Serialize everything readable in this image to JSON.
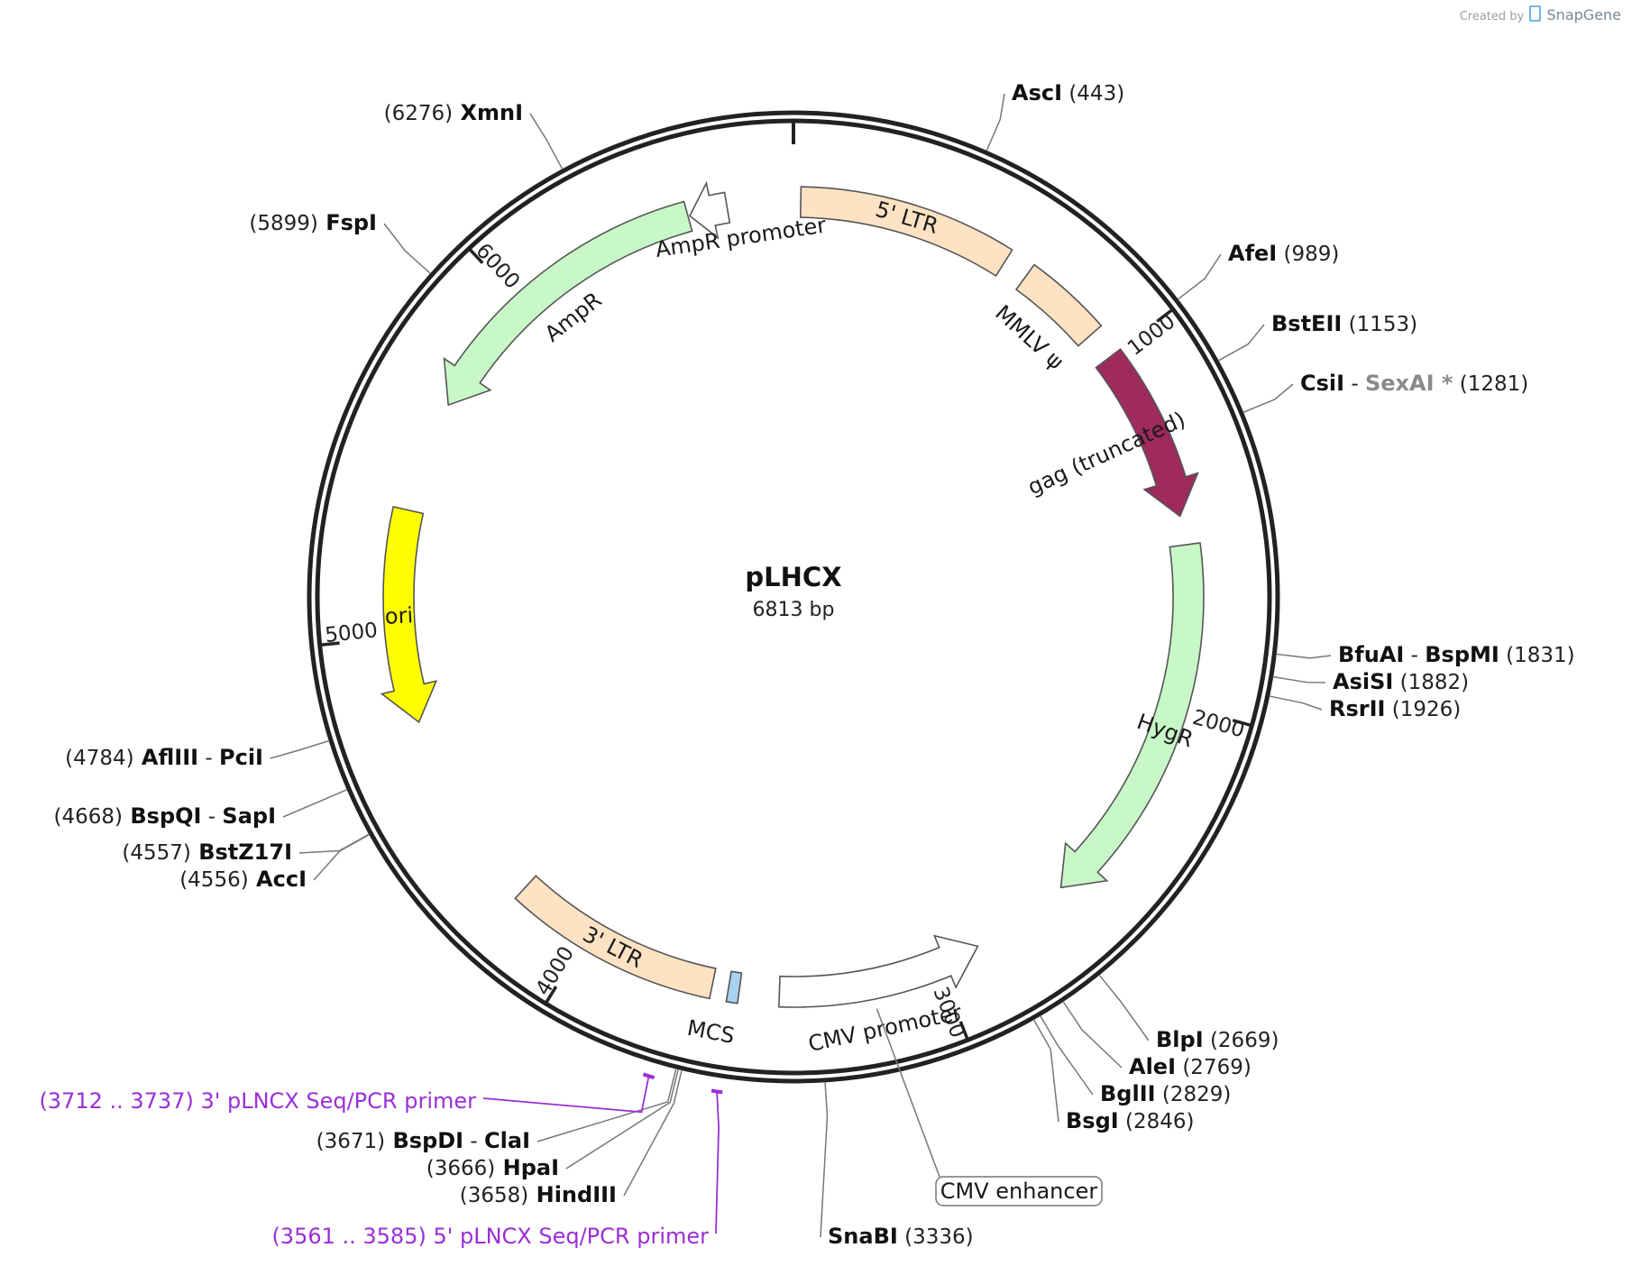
{
  "credit": {
    "prefix": "Created by",
    "brand": "SnapGene"
  },
  "plasmid": {
    "name": "pLHCX",
    "size_label": "6813 bp",
    "length": 6813
  },
  "ticks": [
    {
      "pos": 1000,
      "label": "1000"
    },
    {
      "pos": 2000,
      "label": "2000"
    },
    {
      "pos": 3000,
      "label": "3000"
    },
    {
      "pos": 4000,
      "label": "4000"
    },
    {
      "pos": 5000,
      "label": "5000"
    },
    {
      "pos": 6000,
      "label": "6000"
    }
  ],
  "features": [
    {
      "name": "5' LTR",
      "label": "5' LTR",
      "start": 20,
      "end": 610,
      "dir": "none",
      "color": "#fde2c3"
    },
    {
      "name": "MMLV psi",
      "label": "MMLV ψ",
      "start": 680,
      "end": 920,
      "dir": "none",
      "color": "#fde2c3"
    },
    {
      "name": "gag (truncated)",
      "label": "gag (truncated)",
      "start": 1000,
      "end": 1480,
      "dir": "cw",
      "color": "#9e2a5e"
    },
    {
      "name": "HygR",
      "label": "HygR",
      "start": 1560,
      "end": 2600,
      "dir": "cw",
      "color": "#c8f7c8"
    },
    {
      "name": "CMV promoter",
      "label": "CMV promoter",
      "start": 2880,
      "end": 3445,
      "dir": "ccw",
      "color": "#ffffff"
    },
    {
      "name": "MCS",
      "label": "MCS",
      "start": 3555,
      "end": 3585,
      "dir": "none",
      "color": "#a9d3f2"
    },
    {
      "name": "3' LTR",
      "label": "3' LTR",
      "start": 3630,
      "end": 4215,
      "dir": "none",
      "color": "#fde2c3"
    },
    {
      "name": "ori",
      "label": "ori",
      "start": 4760,
      "end": 5350,
      "dir": "ccw",
      "color": "#ffff00"
    },
    {
      "name": "AmpR",
      "label": "AmpR",
      "start": 5660,
      "end": 6520,
      "dir": "ccw",
      "color": "#c8f7c8"
    },
    {
      "name": "AmpR promoter",
      "label": "AmpR promoter",
      "start": 6525,
      "end": 6630,
      "dir": "ccw",
      "color": "#ffffff"
    }
  ],
  "sites_right": [
    {
      "parts": [
        {
          "name": "AscI"
        }
      ],
      "pos_label": "(443)",
      "pos": 443
    },
    {
      "parts": [
        {
          "name": "AfeI"
        }
      ],
      "pos_label": "(989)",
      "pos": 989
    },
    {
      "parts": [
        {
          "name": "BstEII"
        }
      ],
      "pos_label": "(1153)",
      "pos": 1153
    },
    {
      "parts": [
        {
          "name": "CsiI"
        },
        {
          "name": "SexAI *",
          "gray": true
        }
      ],
      "pos_label": "(1281)",
      "pos": 1281
    },
    {
      "parts": [
        {
          "name": "BfuAI"
        },
        {
          "name": "BspMI"
        }
      ],
      "pos_label": "(1831)",
      "pos": 1831
    },
    {
      "parts": [
        {
          "name": "AsiSI"
        }
      ],
      "pos_label": "(1882)",
      "pos": 1882
    },
    {
      "parts": [
        {
          "name": "RsrII"
        }
      ],
      "pos_label": "(1926)",
      "pos": 1926
    },
    {
      "parts": [
        {
          "name": "BlpI"
        }
      ],
      "pos_label": "(2669)",
      "pos": 2669
    },
    {
      "parts": [
        {
          "name": "AleI"
        }
      ],
      "pos_label": "(2769)",
      "pos": 2769
    },
    {
      "parts": [
        {
          "name": "BglII"
        }
      ],
      "pos_label": "(2829)",
      "pos": 2829
    },
    {
      "parts": [
        {
          "name": "BsgI"
        }
      ],
      "pos_label": "(2846)",
      "pos": 2846
    },
    {
      "parts": [
        {
          "name": "SnaBI"
        }
      ],
      "pos_label": "(3336)",
      "pos": 3336
    }
  ],
  "sites_left": [
    {
      "parts": [
        {
          "name": "BspDI"
        },
        {
          "name": "ClaI"
        }
      ],
      "pos_label": "(3671)",
      "pos": 3671
    },
    {
      "parts": [
        {
          "name": "HpaI"
        }
      ],
      "pos_label": "(3666)",
      "pos": 3666
    },
    {
      "parts": [
        {
          "name": "HindIII"
        }
      ],
      "pos_label": "(3658)",
      "pos": 3658
    },
    {
      "parts": [
        {
          "name": "AflIII"
        },
        {
          "name": "PciI"
        }
      ],
      "pos_label": "(4784)",
      "pos": 4784
    },
    {
      "parts": [
        {
          "name": "BspQI"
        },
        {
          "name": "SapI"
        }
      ],
      "pos_label": "(4668)",
      "pos": 4668
    },
    {
      "parts": [
        {
          "name": "BstZ17I"
        }
      ],
      "pos_label": "(4557)",
      "pos": 4557
    },
    {
      "parts": [
        {
          "name": "AccI"
        }
      ],
      "pos_label": "(4556)",
      "pos": 4556
    },
    {
      "parts": [
        {
          "name": "FspI"
        }
      ],
      "pos_label": "(5899)",
      "pos": 5899
    },
    {
      "parts": [
        {
          "name": "XmnI"
        }
      ],
      "pos_label": "(6276)",
      "pos": 6276
    }
  ],
  "primers": [
    {
      "range_label": "(3712 .. 3737)",
      "name": "3' pLNCX Seq/PCR primer",
      "start": 3712,
      "end": 3737,
      "color": "#9b2fd6"
    },
    {
      "range_label": "(3561 .. 3585)",
      "name": "5' pLNCX Seq/PCR primer",
      "start": 3561,
      "end": 3585,
      "color": "#9b2fd6"
    }
  ],
  "boxed_labels": [
    {
      "label": "CMV enhancer",
      "pos": 3190
    }
  ]
}
